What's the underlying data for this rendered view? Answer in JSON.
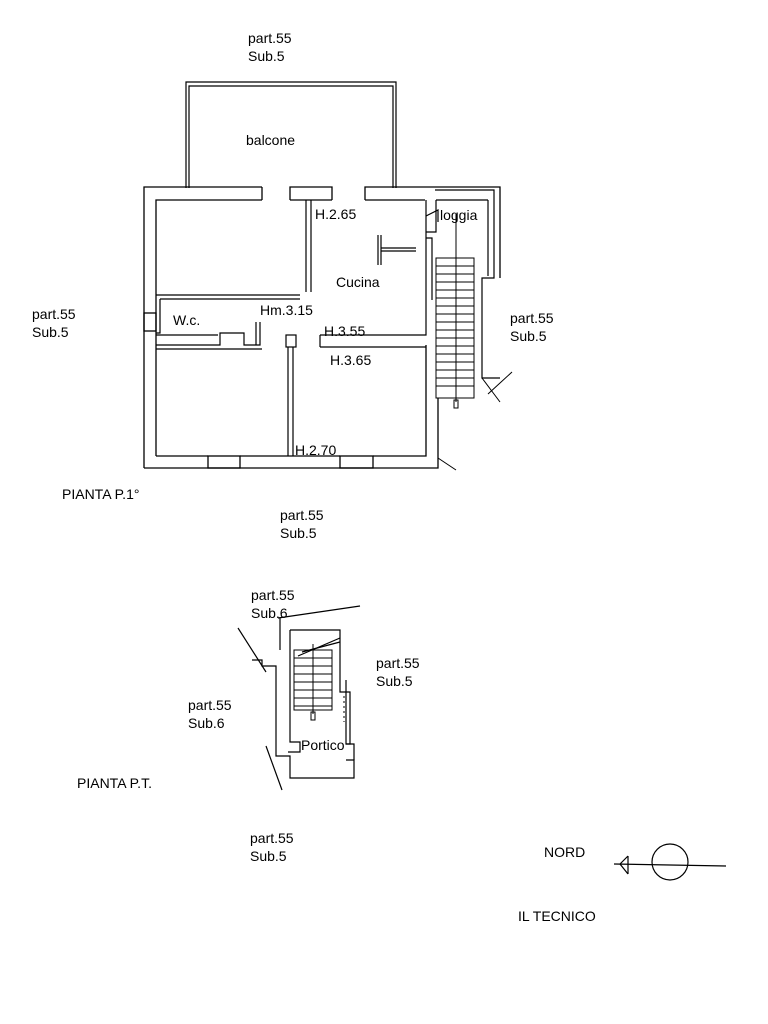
{
  "parcels": [
    {
      "part": "part.55",
      "sub": "Sub.5"
    },
    {
      "part": "part.55",
      "sub": "Sub.5"
    },
    {
      "part": "part.55",
      "sub": "Sub.5"
    },
    {
      "part": "part.55",
      "sub": "Sub.5"
    },
    {
      "part": "part.55",
      "sub": "Sub.6"
    },
    {
      "part": "part.55",
      "sub": "Sub.5"
    },
    {
      "part": "part.55",
      "sub": "Sub.6"
    },
    {
      "part": "part.55",
      "sub": "Sub.5"
    }
  ],
  "rooms": {
    "balcone": "balcone",
    "loggia": "loggia",
    "cucina": "Cucina",
    "wc": "W.c.",
    "portico": "Portico"
  },
  "heights": {
    "h265": "H.2.65",
    "hm315": "Hm.3.15",
    "h355": "H.3.55",
    "h365": "H.3.65",
    "h270": "H.2.70"
  },
  "plans": {
    "first_floor": "PIANTA P.1°",
    "ground_floor": "PIANTA P.T."
  },
  "north": "NORD",
  "technician": "IL TECNICO"
}
